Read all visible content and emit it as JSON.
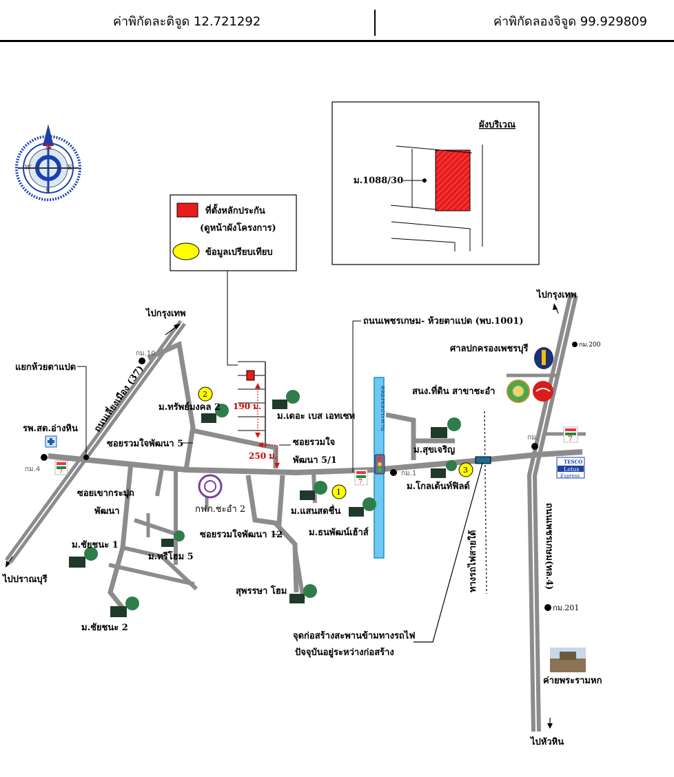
{
  "header": {
    "latitude_text": "ค่าพิกัดละติจูด 12.721292",
    "longitude_text": "ค่าพิกัดลองจิจูด 99.929809"
  },
  "compass": {
    "north": "N",
    "south": "S",
    "east": "E",
    "west": "W"
  },
  "legend": {
    "collateral_label": "ที่ตั้งหลักประกัน",
    "collateral_sub": "(ดูหน้าผังโครงการ)",
    "comparison_label": "ข้อมูลเปรียบเทียบ",
    "collateral_color": "#e81c1c",
    "comparison_color": "#ffff00"
  },
  "inset": {
    "title": "ผังบริเวณ",
    "plot_label": "ม.1088/30"
  },
  "labels": {
    "to_bangkok_left": "ไปกรุงเทพ",
    "to_bangkok_right": "ไปกรุงเทพ",
    "to_pranburi": "ไปปราณบุรี",
    "to_huahin": "ไปหัวหิน",
    "road_37": "ถนนเลี่ยงเมือง (37)",
    "road_phetkasem": "ถนนเพชรเกษม- ห้วยตาแปด (พบ.1001)",
    "road_4": "ถนนเพชรเกษม(ทล.4)",
    "railway": "ทางรถไฟสายใต้",
    "junction": "แยกห้วยตาแปด",
    "hospital": "รพ.สต.อ่างหิน",
    "km4": "กม.4",
    "km10": "กม.10",
    "km1": "กม.1",
    "km_right": "กม.",
    "km200": "กม.200",
    "km201": "กม.201",
    "soi5": "ซอยรวมใจพัฒนา 5",
    "soi51_a": "ซอยรวมใจ",
    "soi51_b": "พัฒนา 5/1",
    "soi12": "ซอยรวมใจพัฒนา 12",
    "soi_khao_a": "ซอยเขากระปุก",
    "soi_khao_b": "พัฒนา",
    "dist_190": "190 ม.",
    "dist_250": "250 ม.",
    "v_sap": "ม.ทรัพย์มงคล 2",
    "v_base": "ม.เดอะ เบส เอทเซท",
    "v_chaichana1": "ม.ชัยชนะ 1",
    "v_chaichana2": "ม.ชัยชนะ 2",
    "v_tree": "ม.ทรีโฮม 5",
    "v_saen": "ม.แสนสดชื่น",
    "v_thanaphat": "ม.ธนพัฒน์เฮ้าส์",
    "v_suphan": "สุพรรษา โฮม",
    "v_sukcharoen": "ม.สุขเจริญ",
    "v_golden": "ม.โกลเด้นท์ฟิลด์",
    "pea": "กฟภ.ชะอำ 2",
    "court": "ศาลปกครองเพชรบุรี",
    "land_office": "สนง.ที่ดิน สาขาชะอำ",
    "camp": "ค่ายพระรามหก",
    "bridge_a": "จุดก่อสร้างสะพานข้ามทางรถไฟ",
    "bridge_b": "ปัจจุบันอยู่ระหว่างก่อสร้าง",
    "tesco_a": "TESCO",
    "tesco_b": "Lotus",
    "tesco_c": "Express",
    "canal": "คลองชลประทาน",
    "marker1": "1",
    "marker2": "2",
    "marker3": "3"
  }
}
